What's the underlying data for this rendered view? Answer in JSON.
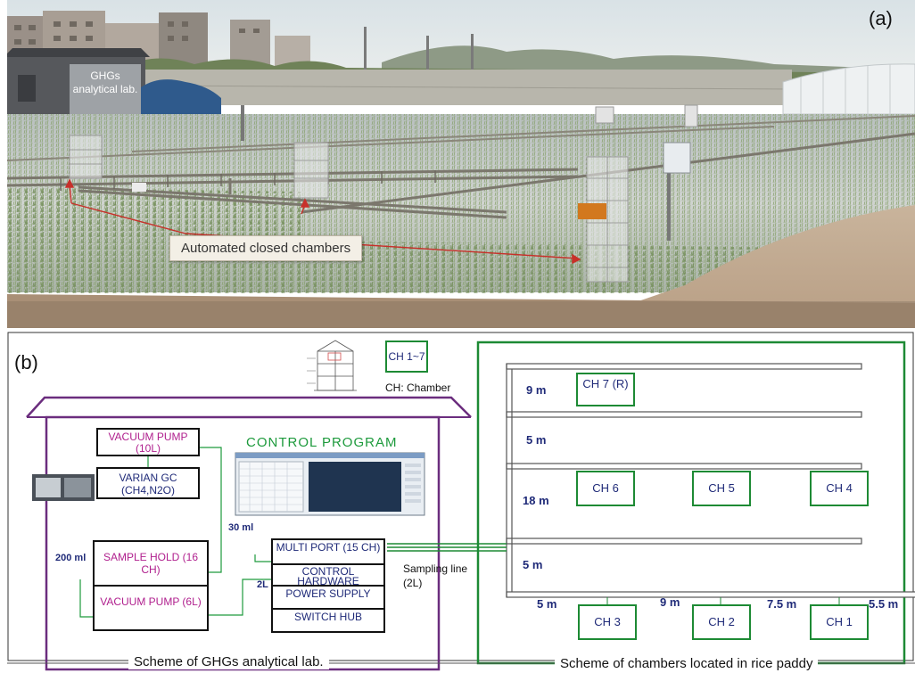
{
  "panel_a": {
    "letter": "(a)",
    "lab_label": "GHGs analytical lab.",
    "callout": "Automated closed chambers"
  },
  "panel_b": {
    "letter": "(b)",
    "legend_box": "CH 1~7",
    "legend_text": "CH: Chamber",
    "lab": {
      "vacuum_pump_10l": "VACUUM PUMP (10L)",
      "varian_gc": "VARIAN GC (CH4,N2O)",
      "control_program": "CONTROL PROGRAM",
      "sample_hold": "SAMPLE HOLD (16 CH)",
      "vacuum_pump_6l": "VACUUM PUMP (6L)",
      "multi_port": "MULTI PORT (15 CH)",
      "control_hardware": "CONTROL HARDWARE",
      "power_supply": "POWER SUPPLY",
      "switch_hub": "SWITCH HUB",
      "vol_30ml": "30 ml",
      "vol_200ml": "200 ml",
      "vol_2l": "2L"
    },
    "sampling_line": "Sampling line (2L)",
    "chambers": {
      "ch7": "CH 7 (R)",
      "ch6": "CH 6",
      "ch5": "CH 5",
      "ch4": "CH 4",
      "ch3": "CH 3",
      "ch2": "CH 2",
      "ch1": "CH 1"
    },
    "dimensions": {
      "row1": "9 m",
      "row2": "5 m",
      "row3": "18 m",
      "row4": "5 m",
      "bottom_a": "5 m",
      "bottom_b": "9 m",
      "bottom_c": "7.5 m",
      "bottom_d": "5.5 m"
    },
    "caption_lab": "Scheme of GHGs analytical lab.",
    "caption_paddy": "Scheme of chambers located in rice paddy"
  },
  "colors": {
    "lab_outline": "#6b2d7e",
    "paddy_outline": "#1d8a34",
    "magenta_text": "#b0208e",
    "navy_text": "#1f2a78",
    "green_text": "#1d9a3c"
  }
}
